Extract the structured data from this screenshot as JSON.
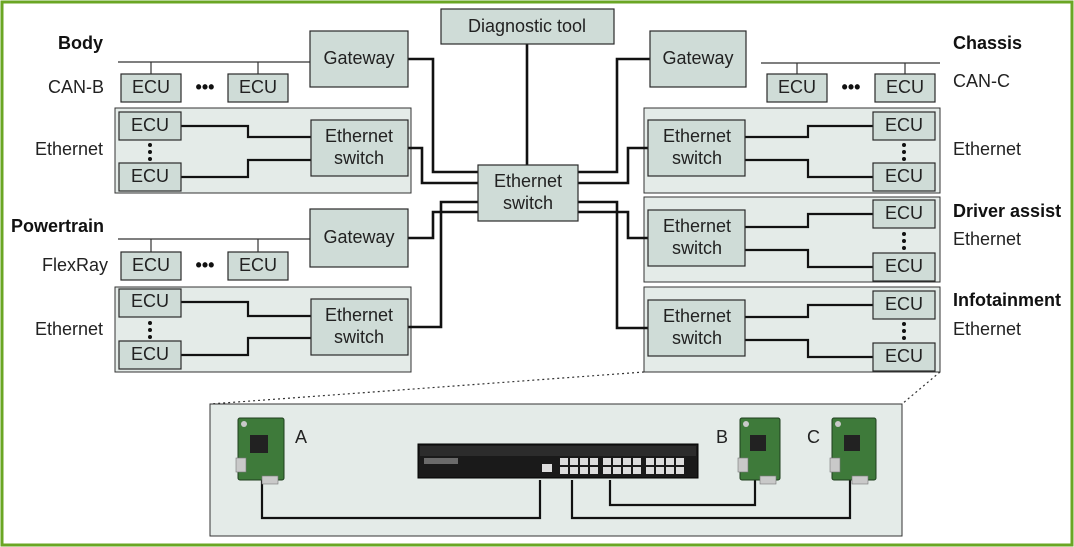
{
  "labels": {
    "body": "Body",
    "can_b": "CAN-B",
    "ethernet": "Ethernet",
    "powertrain": "Powertrain",
    "flexray": "FlexRay",
    "chassis": "Chassis",
    "can_c": "CAN-C",
    "driver_assist": "Driver assist",
    "infotainment": "Infotainment"
  },
  "nodes": {
    "diagnostic_tool": "Diagnostic tool",
    "gateway": "Gateway",
    "ecu": "ECU",
    "ethernet_switch_line1": "Ethernet",
    "ethernet_switch_line2": "switch",
    "ellipsis": "•••"
  },
  "devices": {
    "a": "A",
    "b": "B",
    "c": "C"
  },
  "colors": {
    "frame": "#6aa624",
    "box_fill": "#cfdcd7",
    "region_fill": "#e4ebe8"
  }
}
